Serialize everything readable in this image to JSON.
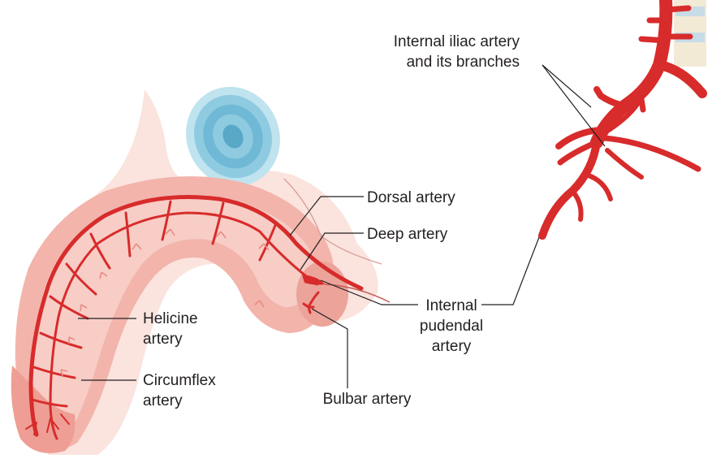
{
  "labels": {
    "internal_iliac": [
      "Internal iliac artery",
      "and its branches"
    ],
    "dorsal": "Dorsal artery",
    "deep": "Deep artery",
    "internal_pudendal": [
      "Internal",
      "pudendal",
      "artery"
    ],
    "helicine": [
      "Helicine",
      "artery"
    ],
    "circumflex": [
      "Circumflex",
      "artery"
    ],
    "bulbar": "Bulbar artery"
  },
  "colors": {
    "artery": "#d82b2b",
    "tissue_light": "#f8d8d2",
    "tissue_mid": "#f1b6ad",
    "tissue_dark": "#e58f86",
    "bladder_blue": "#7cc3dc",
    "spine_cream": "#f3ead6"
  }
}
